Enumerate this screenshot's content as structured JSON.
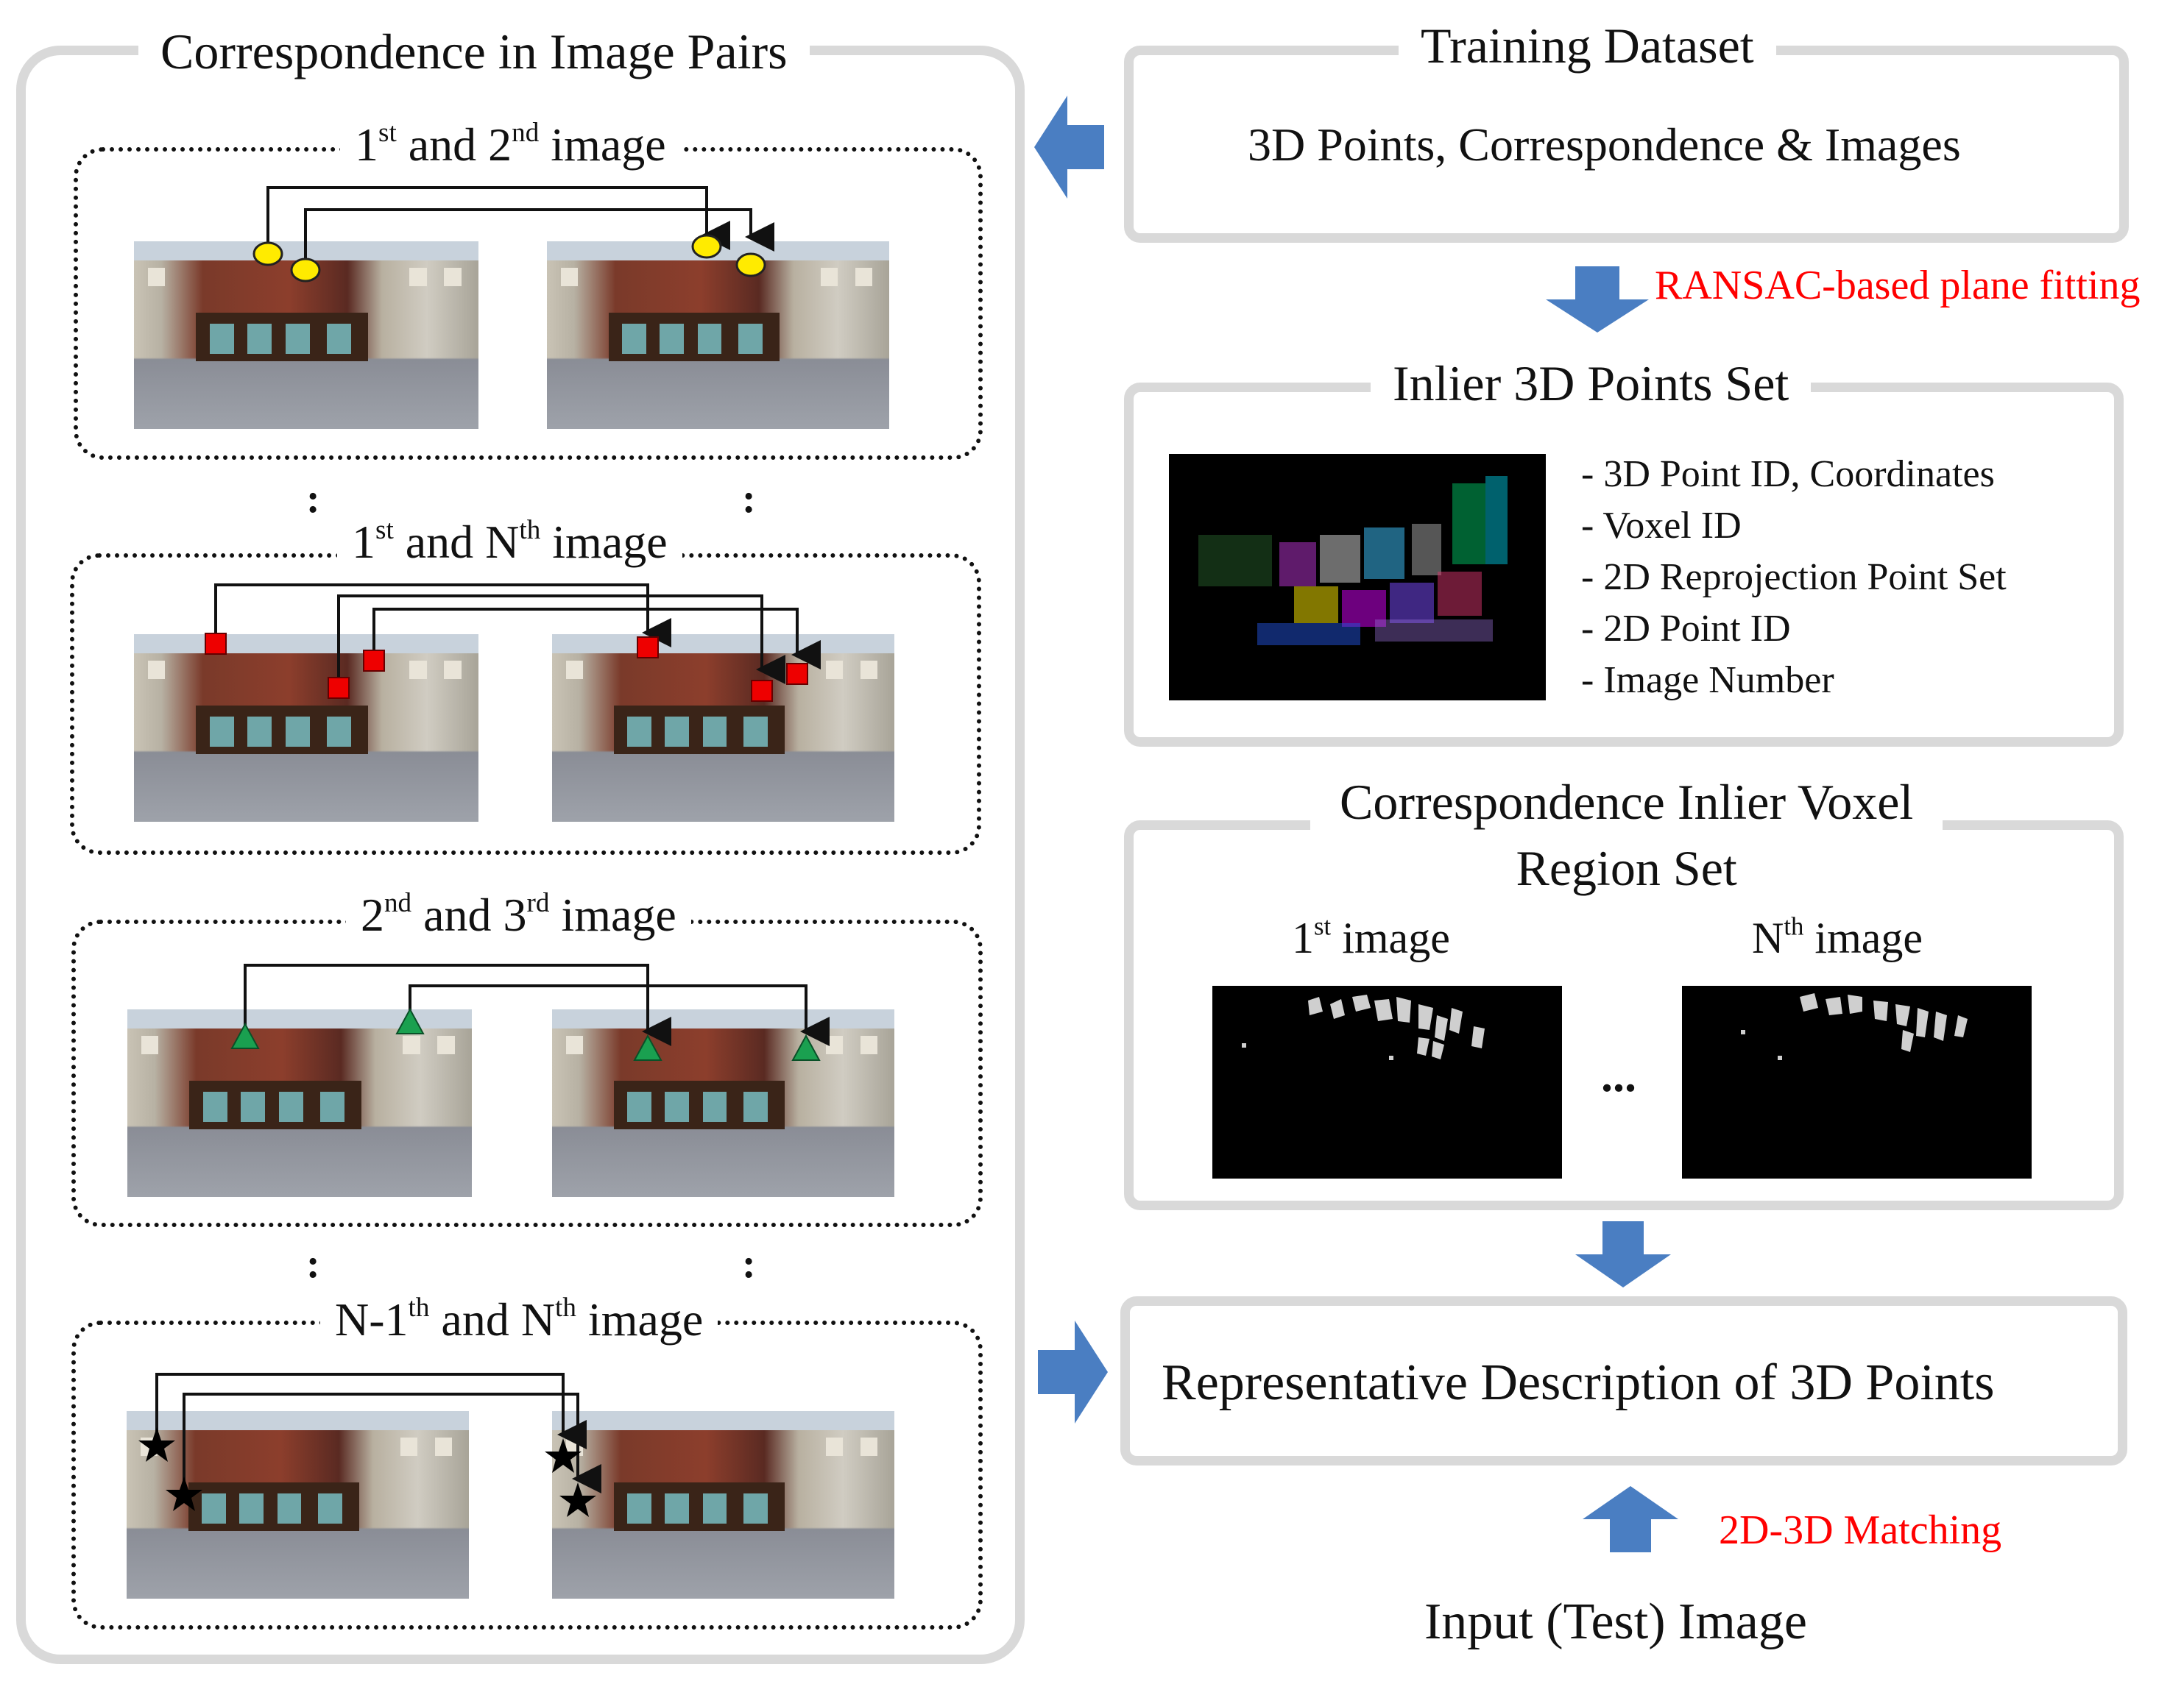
{
  "left_panel": {
    "title": "Correspondence in Image Pairs",
    "pairs": [
      {
        "prefix": "1",
        "prefix_sup": "st",
        "mid": " and 2",
        "mid_sup": "nd",
        "suffix": " image",
        "marker": "yellow-ellipse"
      },
      {
        "prefix": "1",
        "prefix_sup": "st",
        "mid": " and N",
        "mid_sup": "th",
        "suffix": " image",
        "marker": "red-square"
      },
      {
        "prefix": "2",
        "prefix_sup": "nd",
        "mid": " and 3",
        "mid_sup": "rd",
        "suffix": " image",
        "marker": "green-triangle"
      },
      {
        "prefix": "N-1",
        "prefix_sup": "th",
        "mid": " and N",
        "mid_sup": "th",
        "suffix": " image",
        "marker": "black-star"
      }
    ],
    "ellipsis": ":"
  },
  "training_dataset": {
    "title": "Training Dataset",
    "body": "3D Points, Correspondence & Images"
  },
  "ransac_label": "RANSAC-based plane fitting",
  "inlier_set": {
    "title": "Inlier 3D Points Set",
    "bullets": [
      "-  3D Point ID, Coordinates",
      "-  Voxel ID",
      "-  2D Reprojection Point Set",
      "-  2D Point ID",
      "-  Image Number"
    ]
  },
  "voxel_region": {
    "title_line1": "Correspondence Inlier Voxel",
    "title_line2": "Region Set",
    "first_label": "1",
    "first_sup": "st",
    "first_suffix": " image",
    "nth_label": "N",
    "nth_sup": "th",
    "nth_suffix": " image",
    "ellipsis": "..."
  },
  "representative": {
    "body": "Representative Description of 3D Points"
  },
  "matching_label": "2D-3D Matching",
  "input_label": "Input (Test) Image",
  "colors": {
    "arrow_blue": "#4a7ec2",
    "box_gray": "#d9d9d9",
    "accent_red": "#ff0000",
    "marker_yellow": "#ffeb00",
    "marker_red": "#ee0000",
    "marker_green": "#1aa050"
  }
}
